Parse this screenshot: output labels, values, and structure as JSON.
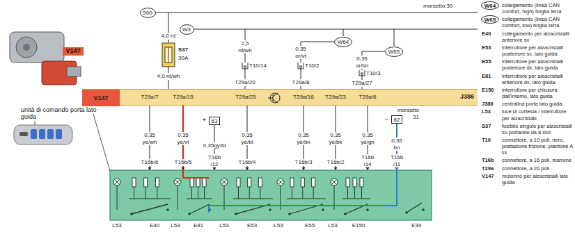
{
  "diagram": {
    "nodes": [
      {
        "text": [
          "500"
        ]
      },
      {
        "text": [
          "W3"
        ]
      },
      {
        "text": [
          "W64"
        ]
      },
      {
        "text": [
          "W65"
        ]
      },
      {
        "text": [
          "J386"
        ]
      },
      {
        "text": [
          "V147"
        ],
        "in": 4
      },
      {
        "text": [
          "63"
        ]
      },
      {
        "text": [
          "62"
        ]
      },
      {
        "text": [
          "W64"
        ]
      },
      {
        "text": [
          "W65"
        ]
      }
    ],
    "edges": [
      {
        "from": 0,
        "to": 4,
        "arrow": "none"
      },
      {
        "from": 1,
        "to": 4,
        "arrow": "none"
      },
      {
        "from": 2,
        "to": 4,
        "arrow": "none"
      },
      {
        "from": 3,
        "to": 4,
        "arrow": "none"
      }
    ],
    "labels": [
      "morsetto 30",
      "4,0 rd",
      "S37",
      "30A",
      "4,0 rd/wh",
      "V147",
      "2,5 rd/wh",
      "T10/14",
      "T29a/20",
      "0,35 or/vt",
      "T10/2",
      "T29a/8",
      "0,35 or/bn",
      "T10/3",
      "T29a/27",
      "T29a/7",
      "T29a/15",
      "T29a/25",
      "T29a/16",
      "T29a/23",
      "T29a/6",
      "morsetto 31",
      "+",
      "–",
      "unità di comando porta lato guida",
      "0,35 ye/wh",
      "0,35 ye/vt",
      "0,35gy/bl",
      "0,35 ye/bl",
      "0,35 ye/bn",
      "0,35 ye/bk",
      "0,35 ye/gn",
      "0,35 bn",
      "T16b/6",
      "T16b/5",
      "T16b /12",
      "T16b/4",
      "T16b/3",
      "T16b/2",
      "T16b /14",
      "T16b /11",
      "L53",
      "E40",
      "L53",
      "E81",
      "L53",
      "E53",
      "L53",
      "E55",
      "L53",
      "E150",
      "E39",
      "collegamento (linea CAN comfort, high) briglia terra",
      "collegamento (linea CAN comfort, low) briglia terra",
      "E40",
      "collegamento per alzacristalli anteriore sx",
      "E53",
      "interruttore per alzacristalli posteriore sx, lato guida",
      "E55",
      "interruttore per alzacristalli posteriore dx, lato guida",
      "E81",
      "interruttore per alzacristalli anteriore dx, lato guida",
      "E150",
      "interruttore per chiusura dall'interno, lato guida",
      "J386",
      "centralina porta lato guida",
      "L53",
      "luce di cortesia / interruttore per alzacristalli",
      "S37",
      "fusibile singolo per alzacristalli su portarelè da 8 slot",
      "T10",
      "connettore, a 10 poli, nero, postazione frizione, piantone A sx",
      "T16b",
      "connettore, a 16 poli, marrone",
      "T29a",
      "connettore, a 20 poli",
      "V147",
      "motorino per alzacristalli lato guida"
    ]
  }
}
